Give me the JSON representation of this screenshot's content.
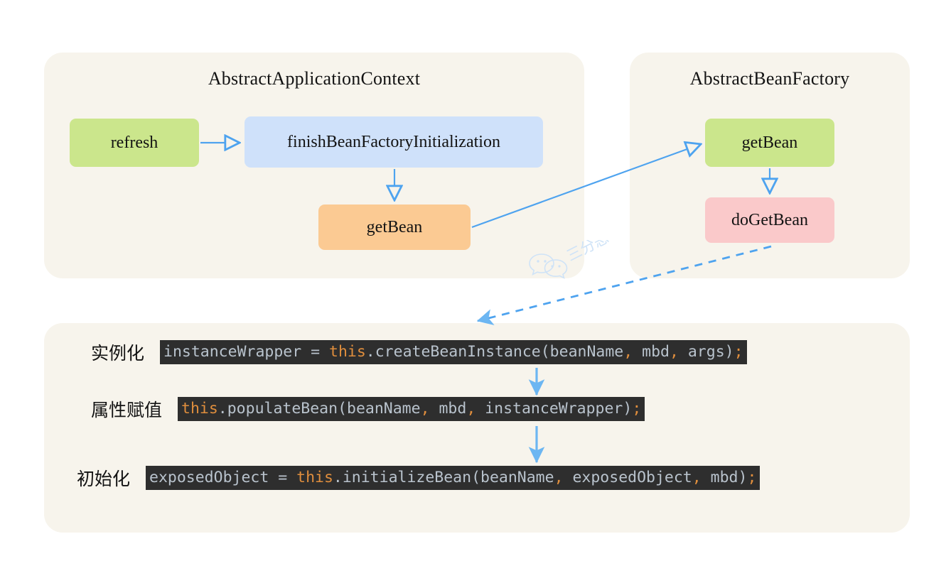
{
  "panels": {
    "context": {
      "title": "AbstractApplicationContext"
    },
    "factory": {
      "title": "AbstractBeanFactory"
    },
    "docreate": {
      "title": ""
    }
  },
  "nodes": {
    "refresh": {
      "label": "refresh",
      "color": "#cbe68c"
    },
    "finish_bean_factory_initialization": {
      "label": "finishBeanFactoryInitialization",
      "color": "#cfe1fa"
    },
    "get_bean_context": {
      "label": "getBean",
      "color": "#fbca93"
    },
    "get_bean_factory": {
      "label": "getBean",
      "color": "#cbe68c"
    },
    "do_get_bean": {
      "label": "doGetBean",
      "color": "#fac9ca"
    }
  },
  "edges": {
    "accent_color": "#4ea3ef",
    "items": [
      {
        "from": "refresh",
        "to": "finish_bean_factory_initialization",
        "style": "solid",
        "head": "open"
      },
      {
        "from": "finish_bean_factory_initialization",
        "to": "get_bean_context",
        "style": "solid",
        "head": "open"
      },
      {
        "from": "get_bean_context",
        "to": "get_bean_factory",
        "style": "solid",
        "head": "open"
      },
      {
        "from": "get_bean_factory",
        "to": "do_get_bean",
        "style": "solid",
        "head": "open"
      },
      {
        "from": "do_get_bean",
        "to": "docreate_panel",
        "style": "dashed",
        "head": "filled"
      },
      {
        "from": "code_line_1",
        "to": "code_line_2",
        "style": "solid",
        "head": "filled"
      },
      {
        "from": "code_line_2",
        "to": "code_line_3",
        "style": "solid",
        "head": "filled"
      }
    ]
  },
  "watermark": {
    "text": "三分恶",
    "icon": "wechat-icon",
    "color": "#cfe3f7"
  },
  "code_rows": [
    {
      "label": "实例化",
      "tokens": [
        {
          "t": "instanceWrapper = ",
          "c": "plain"
        },
        {
          "t": "this",
          "c": "kw"
        },
        {
          "t": ".createBeanInstance(beanName",
          "c": "plain"
        },
        {
          "t": ",",
          "c": "pu"
        },
        {
          "t": " mbd",
          "c": "plain"
        },
        {
          "t": ",",
          "c": "pu"
        },
        {
          "t": " args)",
          "c": "plain"
        },
        {
          "t": ";",
          "c": "pu"
        }
      ]
    },
    {
      "label": "属性赋值",
      "tokens": [
        {
          "t": "this",
          "c": "kw"
        },
        {
          "t": ".populateBean(beanName",
          "c": "plain"
        },
        {
          "t": ",",
          "c": "pu"
        },
        {
          "t": " mbd",
          "c": "plain"
        },
        {
          "t": ",",
          "c": "pu"
        },
        {
          "t": " instanceWrapper)",
          "c": "plain"
        },
        {
          "t": ";",
          "c": "pu"
        }
      ]
    },
    {
      "label": "初始化",
      "tokens": [
        {
          "t": "exposedObject = ",
          "c": "plain"
        },
        {
          "t": "this",
          "c": "kw"
        },
        {
          "t": ".initializeBean(beanName",
          "c": "plain"
        },
        {
          "t": ",",
          "c": "pu"
        },
        {
          "t": " exposedObject",
          "c": "plain"
        },
        {
          "t": ",",
          "c": "pu"
        },
        {
          "t": " mbd)",
          "c": "plain"
        },
        {
          "t": ";",
          "c": "pu"
        }
      ]
    }
  ],
  "theme": {
    "page_background": "#ffffff",
    "panel_background": "#f7f4ec",
    "code_background": "#2e2e2e",
    "code_text": "#b9c3cd",
    "code_keyword": "#e08e3d",
    "accent": "#4ea3ef"
  }
}
